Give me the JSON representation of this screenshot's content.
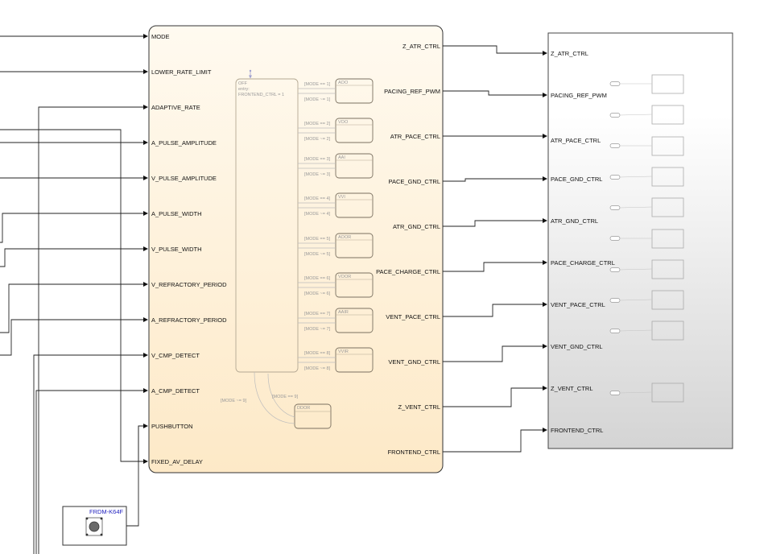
{
  "chart_block": {
    "inputs": [
      "MODE",
      "LOWER_RATE_LIMIT",
      "ADAPTIVE_RATE",
      "A_PULSE_AMPLITUDE",
      "V_PULSE_AMPLITUDE",
      "A_PULSE_WIDTH",
      "V_PULSE_WIDTH",
      "V_REFRACTORY_PERIOD",
      "A_REFRACTORY_PERIOD",
      "V_CMP_DETECT",
      "A_CMP_DETECT",
      "PUSHBUTTON",
      "FIXED_AV_DELAY"
    ],
    "outputs": [
      "Z_ATR_CTRL",
      "PACING_REF_PWM",
      "ATR_PACE_CTRL",
      "PACE_GND_CTRL",
      "ATR_GND_CTRL",
      "PACE_CHARGE_CTRL",
      "VENT_PACE_CTRL",
      "VENT_GND_CTRL",
      "Z_VENT_CTRL",
      "FRONTEND_CTRL"
    ]
  },
  "stateflow": {
    "off_state": {
      "name": "OFF",
      "entry_label": "entry:",
      "entry_action": "FRONTEND_CTRL = 1"
    },
    "modes": [
      {
        "name": "AOO",
        "enter": "[MODE == 1]",
        "exit": "[MODE ~= 1]"
      },
      {
        "name": "VOO",
        "enter": "[MODE == 2]",
        "exit": "[MODE ~= 2]"
      },
      {
        "name": "AAI",
        "enter": "[MODE == 3]",
        "exit": "[MODE ~= 3]"
      },
      {
        "name": "VVI",
        "enter": "[MODE == 4]",
        "exit": "[MODE ~= 4]"
      },
      {
        "name": "AOOR",
        "enter": "[MODE == 5]",
        "exit": "[MODE ~= 5]"
      },
      {
        "name": "VOOR",
        "enter": "[MODE == 6]",
        "exit": "[MODE ~= 6]"
      },
      {
        "name": "AAIR",
        "enter": "[MODE == 7]",
        "exit": "[MODE ~= 7]"
      },
      {
        "name": "VVIR",
        "enter": "[MODE == 8]",
        "exit": "[MODE ~= 8]"
      }
    ],
    "ddor": {
      "name": "DDOR",
      "enter": "[MODE == 9]",
      "exit": "[MODE ~= 9]"
    }
  },
  "hardware_block": {
    "inputs": [
      "Z_ATR_CTRL",
      "PACING_REF_PWM",
      "ATR_PACE_CTRL",
      "PACE_GND_CTRL",
      "ATR_GND_CTRL",
      "PACE_CHARGE_CTRL",
      "VENT_PACE_CTRL",
      "VENT_GND_CTRL",
      "Z_VENT_CTRL",
      "FRONTEND_CTRL"
    ]
  },
  "board_block": {
    "label": "FRDM-K64F"
  },
  "colors": {
    "chart_fill_top": "#fffaf0",
    "chart_fill_bottom": "#fde9c7",
    "hw_fill_top": "#ffffff",
    "hw_fill_bottom": "#d6d6d6",
    "board_label": "#1f1fbf"
  }
}
